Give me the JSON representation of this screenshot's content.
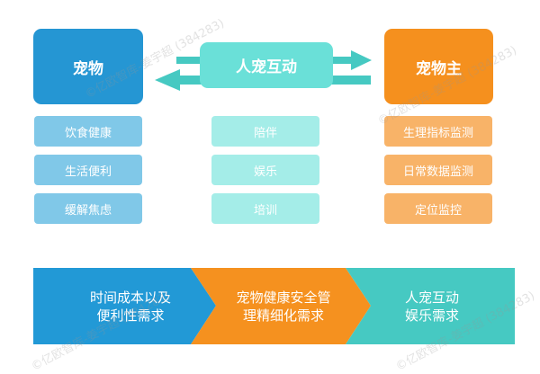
{
  "colors": {
    "pet": "#2596d3",
    "pet_item": "#80c8e8",
    "interaction": "#6ae0d8",
    "interaction_item": "#a4ede8",
    "owner": "#f5901e",
    "owner_item": "#f8b368",
    "banner_1": "#2299d6",
    "banner_2": "#f5911f",
    "banner_3": "#46c9c2"
  },
  "columns": {
    "pet": {
      "title": "宠物",
      "items": [
        "饮食健康",
        "生活便利",
        "缓解焦虑"
      ]
    },
    "interaction": {
      "title": "人宠互动",
      "items": [
        "陪伴",
        "娱乐",
        "培训"
      ]
    },
    "owner": {
      "title": "宠物主",
      "items": [
        "生理指标监测",
        "日常数据监测",
        "定位监控"
      ]
    }
  },
  "banner": [
    "时间成本以及\n便利性需求",
    "宠物健康安全管\n理精细化需求",
    "人宠互动\n娱乐需求"
  ],
  "watermark": "©亿欧智库-姜宇超 (384283)"
}
